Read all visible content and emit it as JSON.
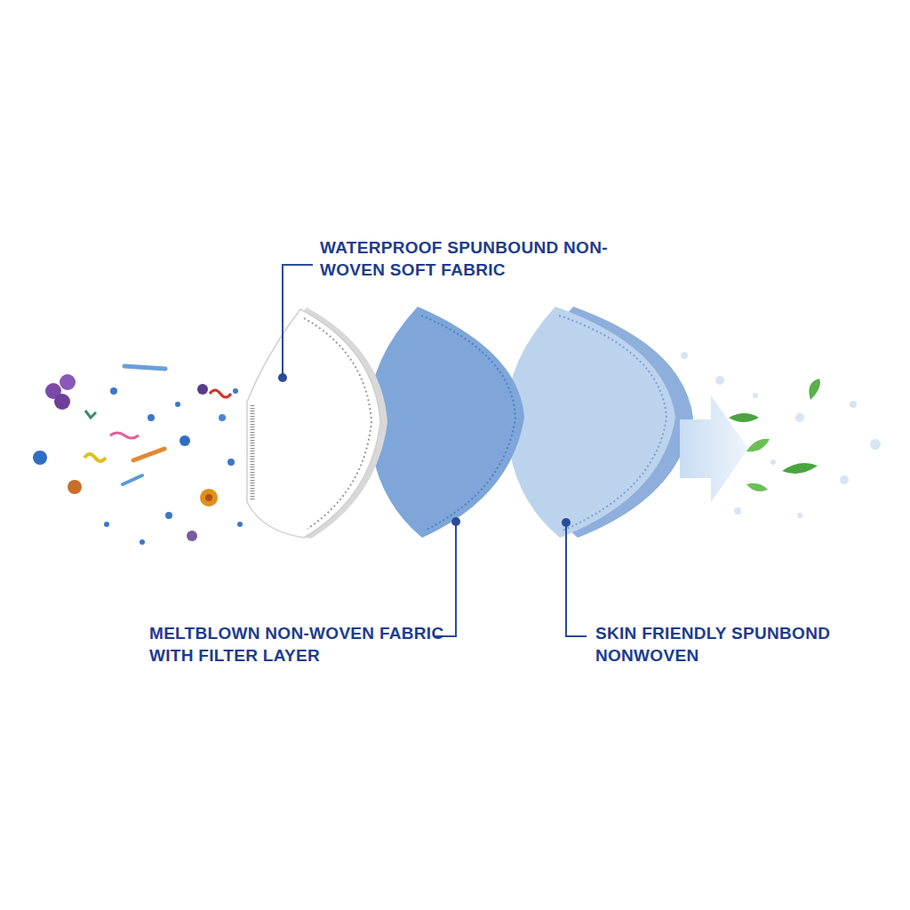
{
  "diagram": {
    "labels": [
      "WATERPROOF SPUNBOUND NON-WOVEN SOFT FABRIC",
      "MELTBLOWN NON-WOVEN FABRIC WITH FILTER LAYER",
      "SKIN FRIENDLY SPUNBOND NONWOVEN"
    ]
  }
}
